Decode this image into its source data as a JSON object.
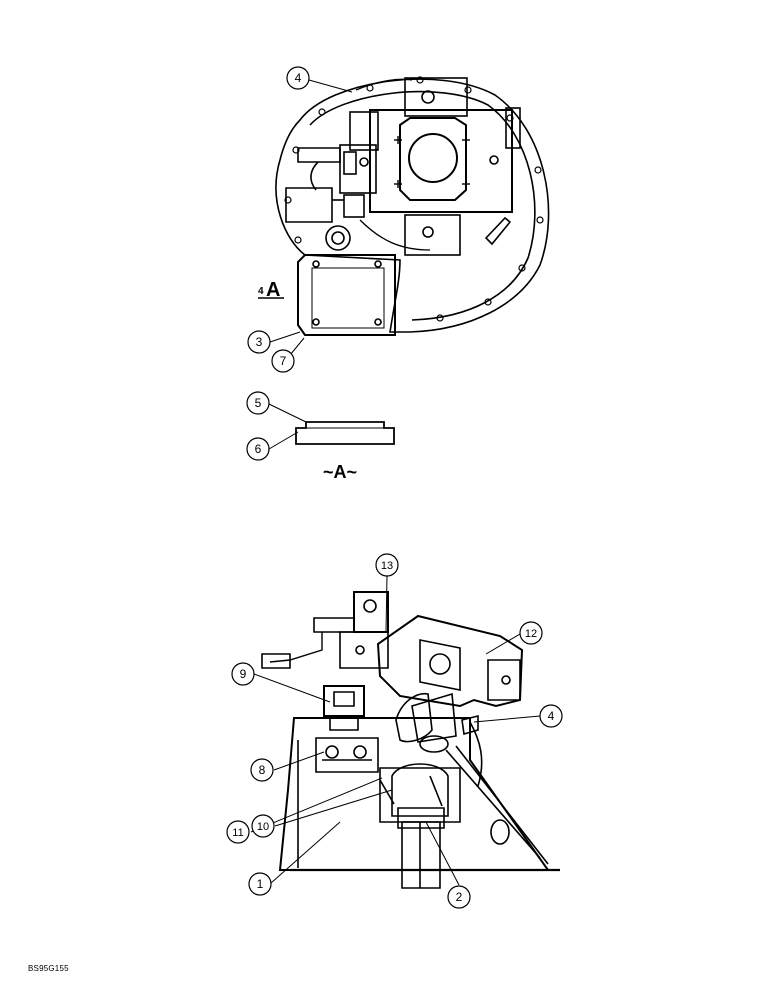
{
  "callouts": {
    "top_4": "4",
    "top_3": "3",
    "top_7": "7",
    "top_5": "5",
    "top_6": "6",
    "bot_13": "13",
    "bot_12": "12",
    "bot_9": "9",
    "bot_4": "4",
    "bot_8": "8",
    "bot_11": "11",
    "bot_10": "10",
    "bot_1": "1",
    "bot_2": "2"
  },
  "view_ref_marker": "A",
  "view_ref_marker_num": "4",
  "view_label": "~A~",
  "figure_id": "BS95G155"
}
